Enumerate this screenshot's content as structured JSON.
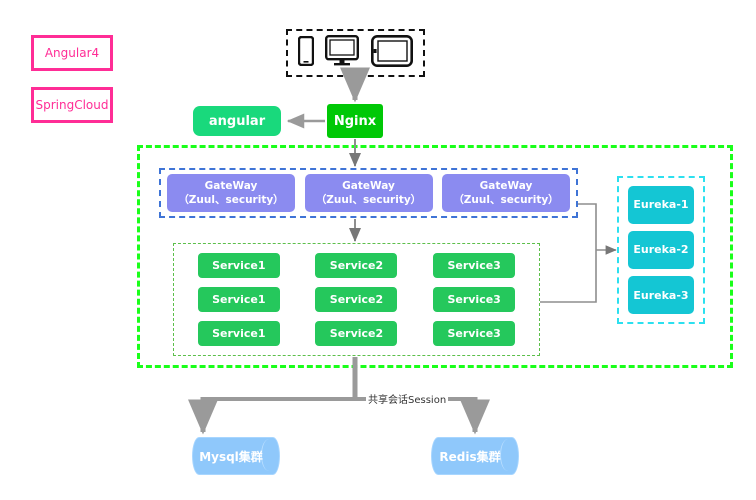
{
  "legend": {
    "items": [
      {
        "label": "Angular4",
        "color": "#ff2d96"
      },
      {
        "label": "SpringCloud",
        "color": "#ff2d96"
      }
    ]
  },
  "clients": {
    "icons": [
      "phone-icon",
      "desktop-monitor-icon",
      "tablet-icon"
    ]
  },
  "frontend": {
    "angular": {
      "label": "angular",
      "color": "#19d97c"
    },
    "nginx": {
      "label": "Nginx",
      "color": "#00c806"
    }
  },
  "gateways": {
    "border_color": "#3f74d6",
    "items": [
      {
        "title": "GateWay",
        "subtitle": "（Zuul、security）"
      },
      {
        "title": "GateWay",
        "subtitle": "（Zuul、security）"
      },
      {
        "title": "GateWay",
        "subtitle": "（Zuul、security）"
      }
    ]
  },
  "services": {
    "border_color": "#5cbf4a",
    "color": "#25c85c",
    "items": [
      {
        "label": "Service1"
      },
      {
        "label": "Service2"
      },
      {
        "label": "Service3"
      },
      {
        "label": "Service1"
      },
      {
        "label": "Service2"
      },
      {
        "label": "Service3"
      },
      {
        "label": "Service1"
      },
      {
        "label": "Service2"
      },
      {
        "label": "Service3"
      }
    ]
  },
  "registry": {
    "border_color": "#2ce0ef",
    "color": "#14c6d4",
    "items": [
      {
        "label": "Eureka-1"
      },
      {
        "label": "Eureka-2"
      },
      {
        "label": "Eureka-3"
      }
    ]
  },
  "datastores": [
    {
      "label": "Mysql集群",
      "color": "#8fc8fb"
    },
    {
      "label": "Redis集群",
      "color": "#8fc8fb"
    }
  ],
  "annotations": {
    "session": "共享会话Session"
  },
  "outer_cluster": {
    "border_color": "#1aff1a"
  }
}
